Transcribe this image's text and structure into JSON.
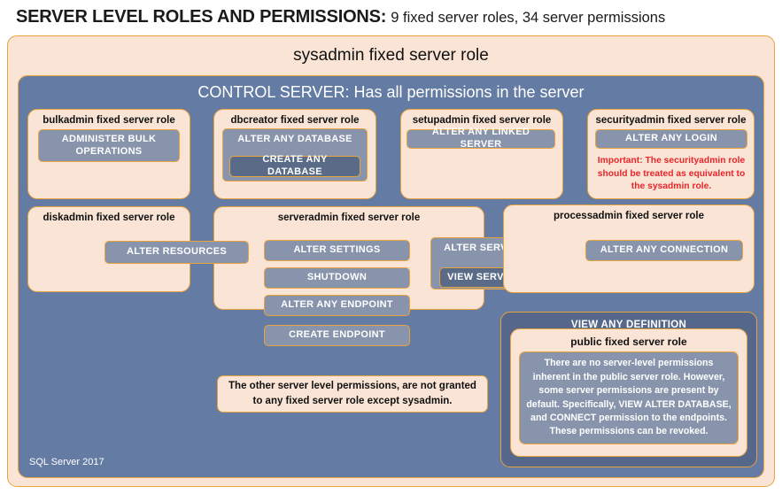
{
  "title": {
    "strong": "SERVER LEVEL ROLES AND PERMISSIONS:",
    "rest": "9 fixed server roles, 34 server permissions"
  },
  "sysadmin": {
    "label": "sysadmin fixed server role"
  },
  "control_server": {
    "label": "CONTROL SERVER: Has all permissions in the server"
  },
  "roles": {
    "bulkadmin": {
      "title": "bulkadmin fixed server role",
      "perm1": "ADMINISTER  BULK OPERATIONS"
    },
    "dbcreator": {
      "title": "dbcreator fixed server role",
      "perm1": "ALTER ANY DATABASE",
      "perm2": "CREATE  ANY DATABASE"
    },
    "setupadmin": {
      "title": "setupadmin fixed server role",
      "perm1": "ALTER ANY LINKED SERVER"
    },
    "securityadmin": {
      "title": "securityadmin fixed server role",
      "perm1": "ALTER ANY LOGIN",
      "warning": "Important:  The securityadmin role should  be treated as equivalent to the  sysadmin role."
    },
    "diskadmin": {
      "title": "diskadmin fixed server role",
      "perm1": "ALTER RESOURCES"
    },
    "serveradmin": {
      "title": "serveradmin fixed server role",
      "perm1": "ALTER SETTINGS",
      "perm2": "SHUTDOWN",
      "perm3": "ALTER ANY ENDPOINT",
      "perm4": "CREATE  ENDPOINT",
      "perm5": "ALTER SERVER STATE",
      "perm6": "VIEW SERVER STATE"
    },
    "processadmin": {
      "title": "processadmin fixed server role",
      "perm1": "ALTER ANY CONNECTION"
    },
    "public": {
      "view_any_definition": "VIEW ANY DEFINITION",
      "title": "public  fixed server role",
      "body": "There are no server-level permissions inherent in the public server role. However, some server permissions are present by default. Specifically, VIEW ALTER DATABASE, and CONNECT permission to the endpoints. These permissions can be revoked."
    }
  },
  "other_note": "The other server level permissions,  are not granted to any fixed server role except sysadmin.",
  "footer": "SQL Server 2017",
  "colors": {
    "cream": "#FAE4D5",
    "gold_border": "#E8A33D",
    "slate": "#647BA3",
    "dark_slate": "#55678A",
    "perm_fill": "#8794AC",
    "perm_fill_deep": "#5A6B88",
    "warning_red": "#E8252A"
  }
}
